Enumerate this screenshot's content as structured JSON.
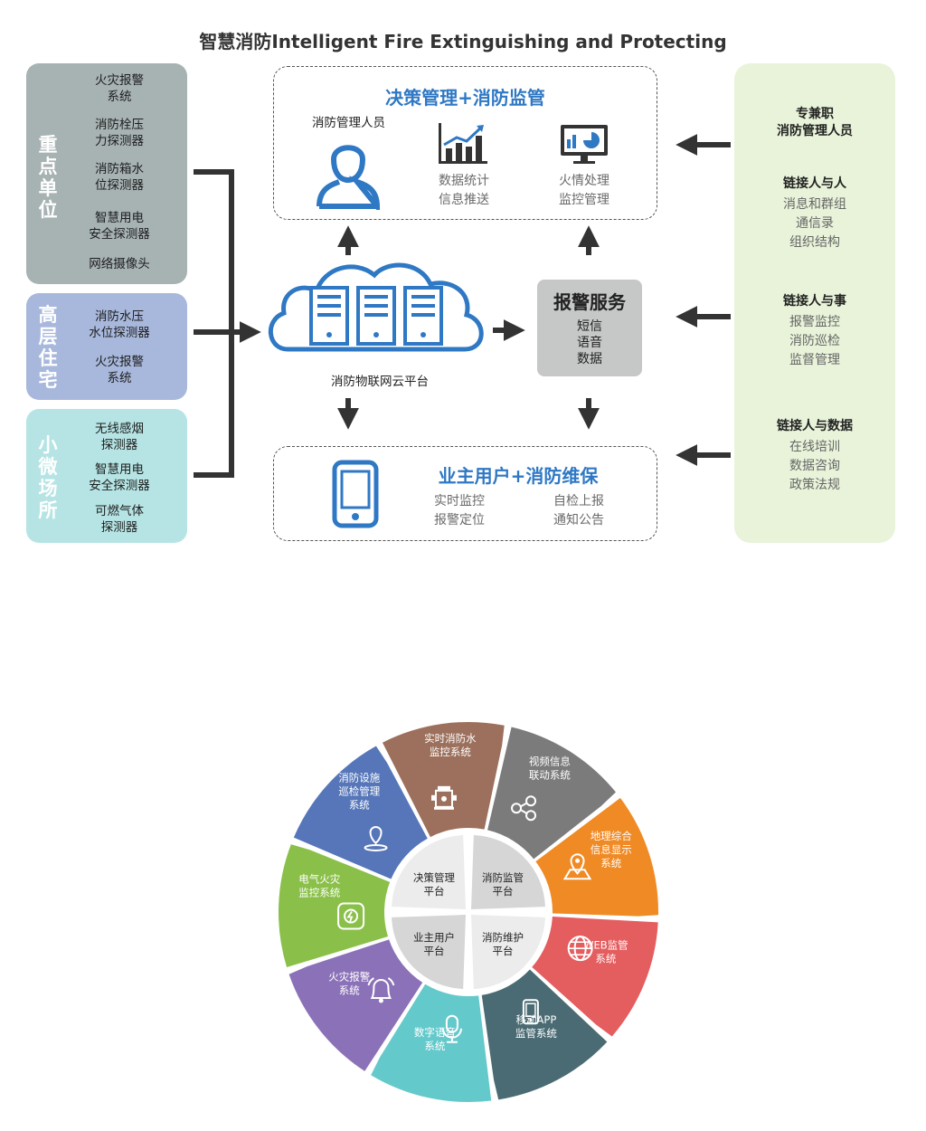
{
  "title": "智慧消防Intelligent Fire Extinguishing and Protecting",
  "left_groups": [
    {
      "label": [
        "重",
        "点",
        "单",
        "位"
      ],
      "items": [
        [
          "火灾报警",
          "系统"
        ],
        [
          "消防栓压",
          "力探测器"
        ],
        [
          "消防箱水",
          "位探测器"
        ],
        [
          "智慧用电",
          "安全探测器"
        ],
        [
          "网络摄像头"
        ]
      ]
    },
    {
      "label": [
        "高",
        "层",
        "住",
        "宅"
      ],
      "items": [
        [
          "消防水压",
          "水位探测器"
        ],
        [
          "火灾报警",
          "系统"
        ]
      ]
    },
    {
      "label": [
        "小",
        "微",
        "场",
        "所"
      ],
      "items": [
        [
          "无线感烟",
          "探测器"
        ],
        [
          "智慧用电",
          "安全探测器"
        ],
        [
          "可燃气体",
          "探测器"
        ]
      ]
    }
  ],
  "top_box": {
    "title": "决策管理+消防监管",
    "person_label": "消防管理人员",
    "stats": [
      "数据统计",
      "信息推送"
    ],
    "fire": [
      "火情处理",
      "监控管理"
    ]
  },
  "cloud_label": "消防物联网云平台",
  "alarm": {
    "title": "报警服务",
    "items": [
      "短信",
      "语音",
      "数据"
    ]
  },
  "bottom_box": {
    "title": "业主用户+消防维保",
    "col1": [
      "实时监控",
      "报警定位"
    ],
    "col2": [
      "自检上报",
      "通知公告"
    ]
  },
  "right_panel": {
    "staff": [
      "专兼职",
      "消防管理人员"
    ],
    "sections": [
      {
        "title": "链接人与人",
        "items": [
          "消息和群组",
          "通信录",
          "组织结构"
        ]
      },
      {
        "title": "链接人与事",
        "items": [
          "报警监控",
          "消防巡检",
          "监督管理"
        ]
      },
      {
        "title": "链接人与数据",
        "items": [
          "在线培训",
          "数据咨询",
          "政策法规"
        ]
      }
    ]
  },
  "wheel": {
    "segments": [
      {
        "lines": [
          "视频信息",
          "联动系统"
        ],
        "color": "#7b7b7b",
        "icon": "share-nodes-icon"
      },
      {
        "lines": [
          "地理综合",
          "信息显示",
          "系统"
        ],
        "color": "#f08a24",
        "icon": "map-pin-icon"
      },
      {
        "lines": [
          "WEB监管",
          "系统"
        ],
        "color": "#e45d5f",
        "icon": "globe-icon"
      },
      {
        "lines": [
          "移动APP",
          "监管系统"
        ],
        "color": "#4a6b73",
        "icon": "phone-icon"
      },
      {
        "lines": [
          "数字语音",
          "系统"
        ],
        "color": "#64c9cb",
        "icon": "microphone-icon"
      },
      {
        "lines": [
          "火灾报警",
          "系统"
        ],
        "color": "#8b72b8",
        "icon": "bell-icon"
      },
      {
        "lines": [
          "电气火灾",
          "监控系统"
        ],
        "color": "#8ac049",
        "icon": "power-icon"
      },
      {
        "lines": [
          "消防设施",
          "巡检管理",
          "系统"
        ],
        "color": "#5676b9",
        "icon": "location-icon"
      },
      {
        "lines": [
          "实时消防水",
          "监控系统"
        ],
        "color": "#9c705c",
        "icon": "hydrant-icon"
      }
    ],
    "center": [
      {
        "lines": [
          "决策管理",
          "平台"
        ],
        "color": "#ececec"
      },
      {
        "lines": [
          "消防监管",
          "平台"
        ],
        "color": "#d6d6d6"
      },
      {
        "lines": [
          "消防维护",
          "平台"
        ],
        "color": "#ececec"
      },
      {
        "lines": [
          "业主用户",
          "平台"
        ],
        "color": "#d6d6d6"
      }
    ]
  },
  "colors": {
    "blue": "#2f78c4",
    "arrow": "#333333"
  }
}
